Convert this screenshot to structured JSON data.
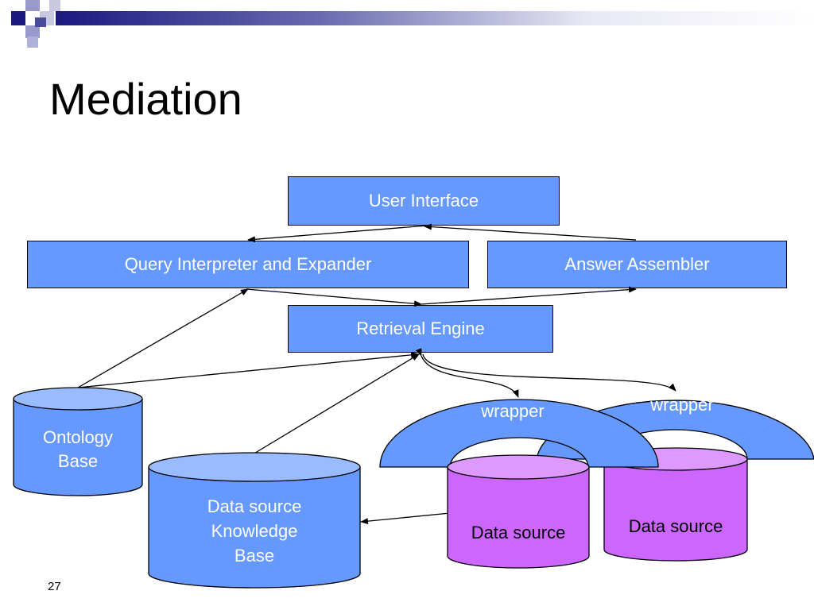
{
  "slide": {
    "title": "Mediation",
    "page_number": "27"
  },
  "boxes": {
    "user_interface": "User Interface",
    "query_interpreter": "Query Interpreter and Expander",
    "answer_assembler": "Answer Assembler",
    "retrieval_engine": "Retrieval Engine"
  },
  "cylinders": {
    "ontology_base": [
      "Ontology",
      "Base"
    ],
    "knowledge_base": [
      "Data source",
      "Knowledge",
      "Base"
    ],
    "data_source_1": "Data source",
    "data_source_2": "Data source"
  },
  "wrappers": {
    "wrapper_1": "wrapper",
    "wrapper_2": "wrapper"
  },
  "colors": {
    "box_fill": "#6699ff",
    "cylinder_top": "#99bbff",
    "data_source_fill": "#cc66ff",
    "data_source_top": "#dd99ff",
    "deco_navy": "#1a1a80",
    "deco_lavender": "#9999cc"
  }
}
